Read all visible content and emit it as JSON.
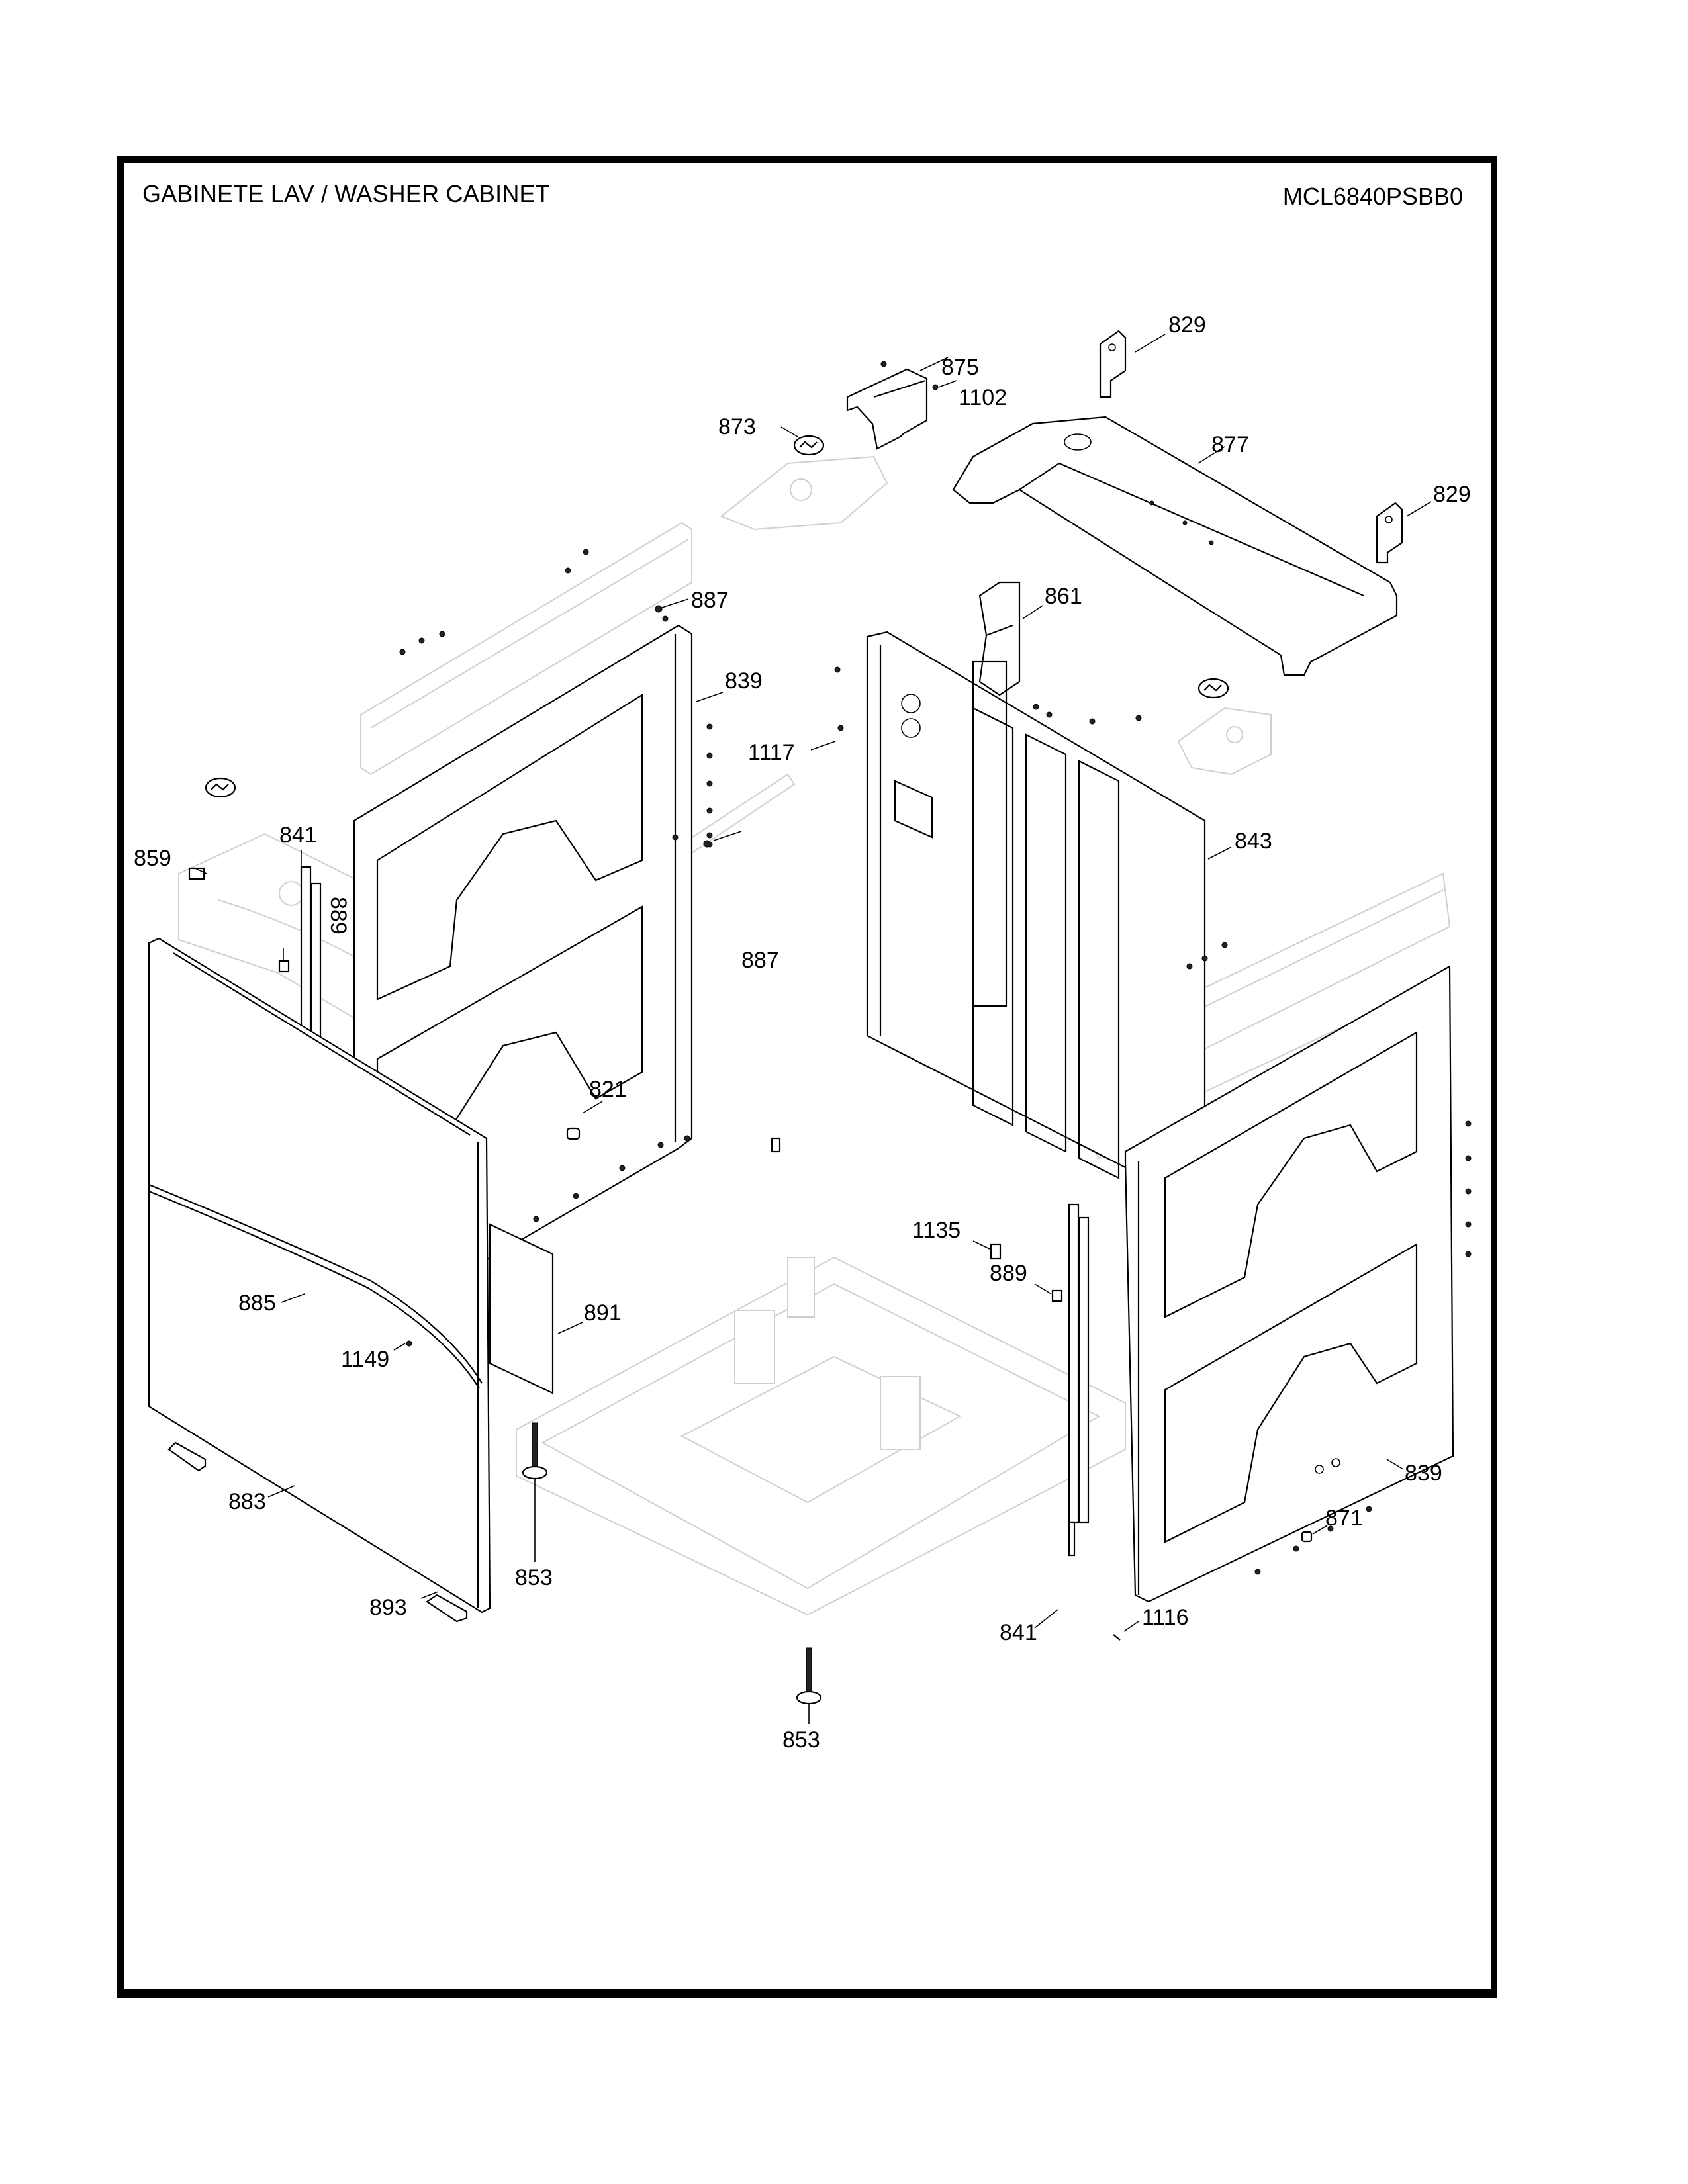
{
  "header": {
    "title": "GABINETE LAV / WASHER CABINET",
    "model": "MCL6840PSBB0"
  },
  "callouts": [
    {
      "id": "c-829a",
      "label": "829",
      "part": "top-cover-bracket"
    },
    {
      "id": "c-875",
      "label": "875",
      "part": "bracket-cover"
    },
    {
      "id": "c-1102",
      "label": "1102",
      "part": "screw"
    },
    {
      "id": "c-873",
      "label": "873",
      "part": "grommet"
    },
    {
      "id": "c-877",
      "label": "877",
      "part": "top-frame"
    },
    {
      "id": "c-829b",
      "label": "829",
      "part": "top-cover-bracket"
    },
    {
      "id": "c-887a",
      "label": "887",
      "part": "screw"
    },
    {
      "id": "c-861",
      "label": "861",
      "part": "duct"
    },
    {
      "id": "c-839a",
      "label": "839",
      "part": "side-panel-left"
    },
    {
      "id": "c-1117",
      "label": "1117",
      "part": "screw"
    },
    {
      "id": "c-843",
      "label": "843",
      "part": "rear-panel"
    },
    {
      "id": "c-841a",
      "label": "841",
      "part": "corner-post"
    },
    {
      "id": "c-859",
      "label": "859",
      "part": "clip"
    },
    {
      "id": "c-889a",
      "label": "889",
      "part": "clip"
    },
    {
      "id": "c-887b",
      "label": "887",
      "part": "screw"
    },
    {
      "id": "c-821",
      "label": "821",
      "part": "spacer"
    },
    {
      "id": "c-1135",
      "label": "1135",
      "part": "clip"
    },
    {
      "id": "c-889b",
      "label": "889",
      "part": "clip"
    },
    {
      "id": "c-885",
      "label": "885",
      "part": "front-trim"
    },
    {
      "id": "c-891",
      "label": "891",
      "part": "insulation-pad"
    },
    {
      "id": "c-1149",
      "label": "1149",
      "part": "screw"
    },
    {
      "id": "c-839b",
      "label": "839",
      "part": "side-panel-right"
    },
    {
      "id": "c-871",
      "label": "871",
      "part": "nut"
    },
    {
      "id": "c-883",
      "label": "883",
      "part": "front-panel"
    },
    {
      "id": "c-853a",
      "label": "853",
      "part": "leveling-foot"
    },
    {
      "id": "c-893",
      "label": "893",
      "part": "foot-cover"
    },
    {
      "id": "c-841b",
      "label": "841",
      "part": "corner-post"
    },
    {
      "id": "c-1116",
      "label": "1116",
      "part": "screw"
    },
    {
      "id": "c-853b",
      "label": "853",
      "part": "leveling-foot"
    }
  ]
}
